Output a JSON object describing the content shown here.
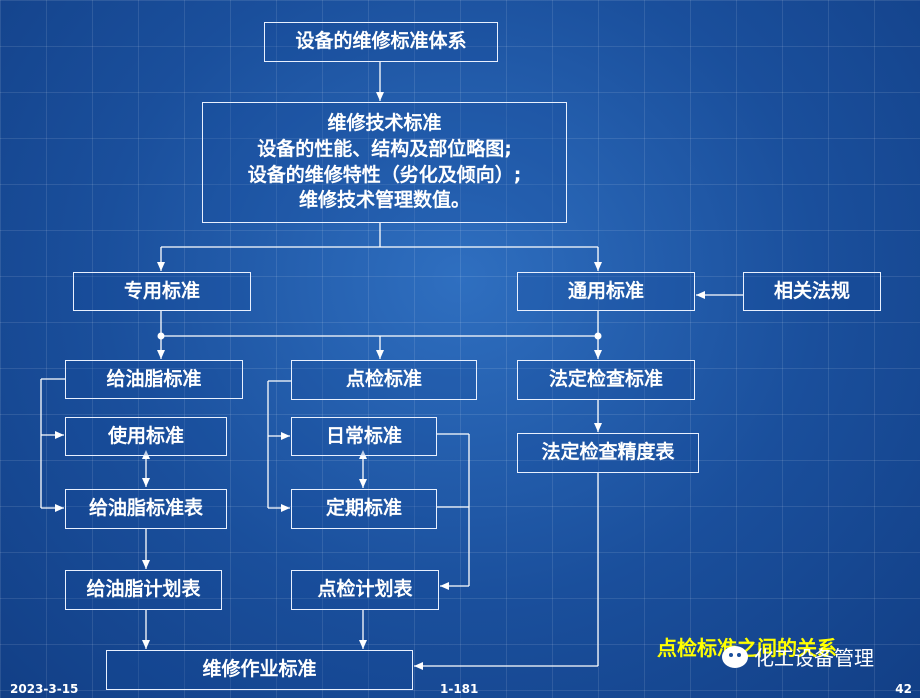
{
  "diagram": {
    "title": "设备的维修标准体系",
    "tech_standard": {
      "lines": [
        "维修技术标准",
        "设备的性能、结构及部位略图;",
        "设备的维修特性（劣化及倾向）;",
        "维修技术管理数值。"
      ]
    },
    "special_standard": "专用标准",
    "general_standard": "通用标准",
    "related_laws": "相关法规",
    "greasing_standard": "给油脂标准",
    "usage_standard": "使用标准",
    "greasing_standard_table": "给油脂标准表",
    "greasing_plan_table": "给油脂计划表",
    "inspection_standard": "点检标准",
    "daily_standard": "日常标准",
    "periodic_standard": "定期标准",
    "inspection_plan_table": "点检计划表",
    "legal_inspection_standard": "法定检查标准",
    "legal_inspection_precision_table": "法定检查精度表",
    "maintenance_work_standard": "维修作业标准"
  },
  "caption": "点检标准之间的关系",
  "watermark": "化工设备管理",
  "footer": {
    "date": "2023-3-15",
    "section": "1-181",
    "page": "42"
  },
  "colors": {
    "background": "#1a4f9c",
    "box_border": "#e8f0ff",
    "text": "#ffffff",
    "caption": "#ffff00"
  }
}
